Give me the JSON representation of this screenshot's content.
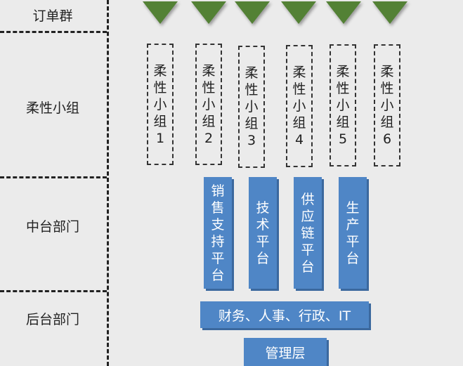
{
  "rows": {
    "orders": "订单群",
    "flex_teams": "柔性小组",
    "middle_office": "中台部门",
    "back_office": "后台部门"
  },
  "order_triangles": {
    "count": 6,
    "color": "#538135"
  },
  "flex_groups": [
    {
      "label": "柔性小组1",
      "chars": [
        "柔",
        "性",
        "小",
        "组",
        "1"
      ]
    },
    {
      "label": "柔性小组2",
      "chars": [
        "柔",
        "性",
        "小",
        "组",
        "2"
      ]
    },
    {
      "label": "柔性小组3",
      "chars": [
        "柔",
        "性",
        "小",
        "组",
        "3"
      ]
    },
    {
      "label": "柔性小组4",
      "chars": [
        "柔",
        "性",
        "小",
        "组",
        "4"
      ]
    },
    {
      "label": "柔性小组5",
      "chars": [
        "柔",
        "性",
        "小",
        "组",
        "5"
      ]
    },
    {
      "label": "柔性小组6",
      "chars": [
        "柔",
        "性",
        "小",
        "组",
        "6"
      ]
    }
  ],
  "platforms": [
    {
      "label": "销售支持平台",
      "chars": [
        "销",
        "售",
        "支",
        "持",
        "平",
        "台"
      ]
    },
    {
      "label": "技术平台",
      "chars": [
        "技",
        "术",
        "平",
        "台"
      ]
    },
    {
      "label": "供应链平台",
      "chars": [
        "供",
        "应",
        "链",
        "平",
        "台"
      ]
    },
    {
      "label": "生产平台",
      "chars": [
        "生",
        "产",
        "平",
        "台"
      ]
    }
  ],
  "back_office_bar": "财务、人事、行政、IT",
  "management_bar": "管理层",
  "colors": {
    "platform_blue": "#4f86c6",
    "triangle_green": "#538135",
    "background": "#ebebeb"
  }
}
